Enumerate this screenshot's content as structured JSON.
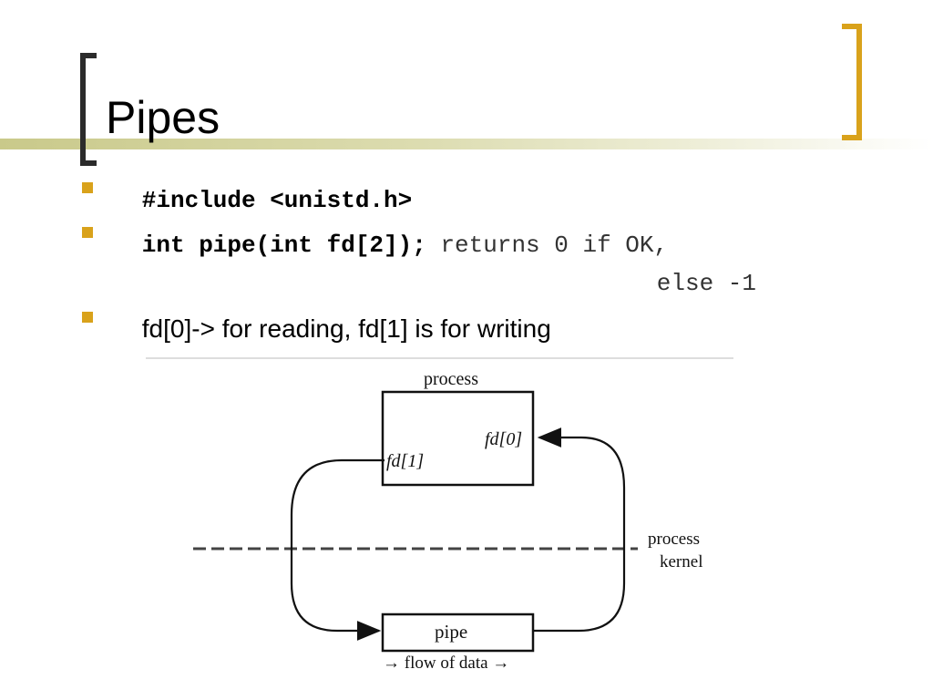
{
  "slide": {
    "title": "Pipes",
    "bullets": [
      {
        "code": "#include <unistd.h>"
      },
      {
        "code": "int pipe(int fd[2]);",
        "comment": " returns 0 if OK,",
        "comment_cont": "else -1"
      },
      {
        "text": "fd[0]-> for reading, fd[1] is for writing"
      }
    ],
    "colors": {
      "accent": "#d9a21b",
      "title_rule": "#c9c98a",
      "bracket": "#2b2b2b"
    }
  },
  "diagram": {
    "process_label": "process",
    "fd0_label": "fd[0]",
    "fd1_label": "fd[1]",
    "boundary_top_label": "process",
    "boundary_bottom_label": "kernel",
    "pipe_label": "pipe",
    "flow_label": "→ flow of data →"
  }
}
